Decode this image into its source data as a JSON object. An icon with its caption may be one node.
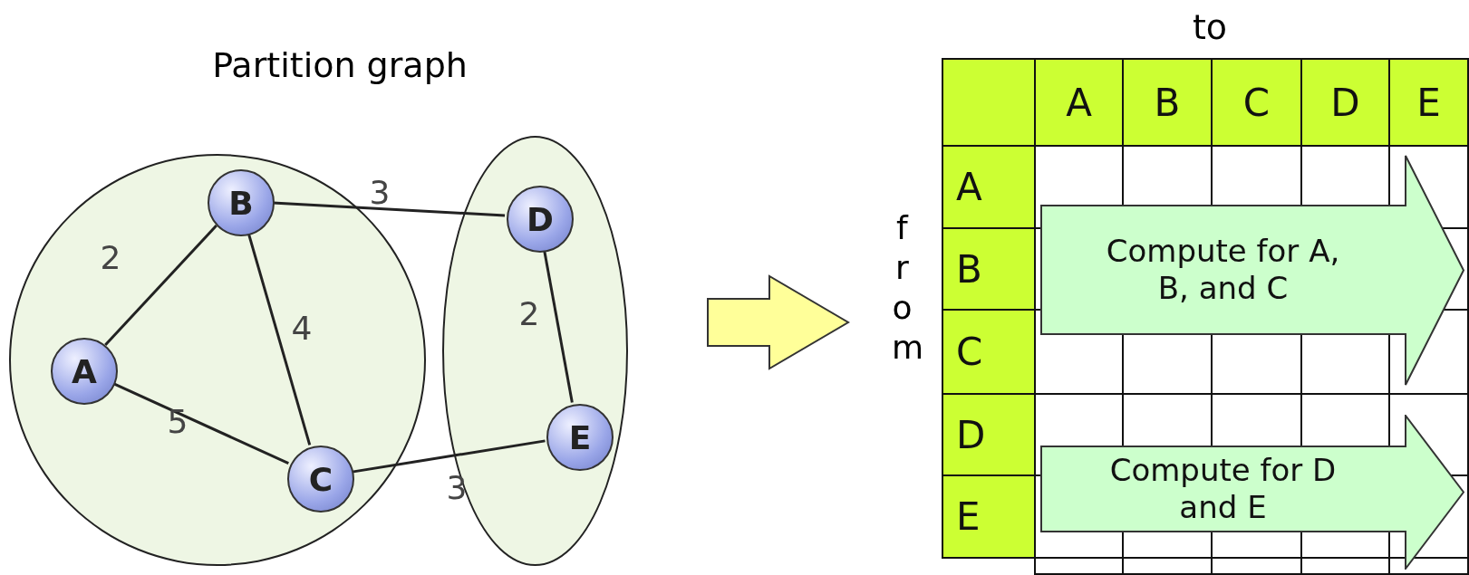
{
  "diagram": {
    "title": "Partition graph",
    "nodes": [
      {
        "text": [],
        "shape": "circle"
      },
      {
        "text": [
          "B"
        ],
        "in": 0
      },
      {
        "text": [
          "A"
        ],
        "in": 0
      },
      {
        "text": [
          "C"
        ],
        "in": 0
      },
      {
        "text": [],
        "shape": "circle"
      },
      {
        "text": [
          "D"
        ],
        "in": 4
      },
      {
        "text": [
          "E"
        ],
        "in": 4
      },
      {
        "text": [
          "Compute for A, B, and C"
        ]
      },
      {
        "text": [
          "Compute for D and E"
        ]
      }
    ],
    "edges": [
      {
        "from": 2,
        "to": 1,
        "arrow": "none",
        "label": "2"
      },
      {
        "from": 1,
        "to": 5,
        "arrow": "none",
        "label": "3"
      },
      {
        "from": 1,
        "to": 3,
        "arrow": "none",
        "label": "4"
      },
      {
        "from": 2,
        "to": 3,
        "arrow": "none",
        "label": "5"
      },
      {
        "from": 5,
        "to": 6,
        "arrow": "none",
        "label": "2"
      },
      {
        "from": 3,
        "to": 6,
        "arrow": "none",
        "label": "3"
      }
    ],
    "labels": [
      "to",
      "A",
      "B",
      "C",
      "D",
      "E",
      "from",
      "A",
      "B",
      "C",
      "D",
      "E"
    ]
  }
}
